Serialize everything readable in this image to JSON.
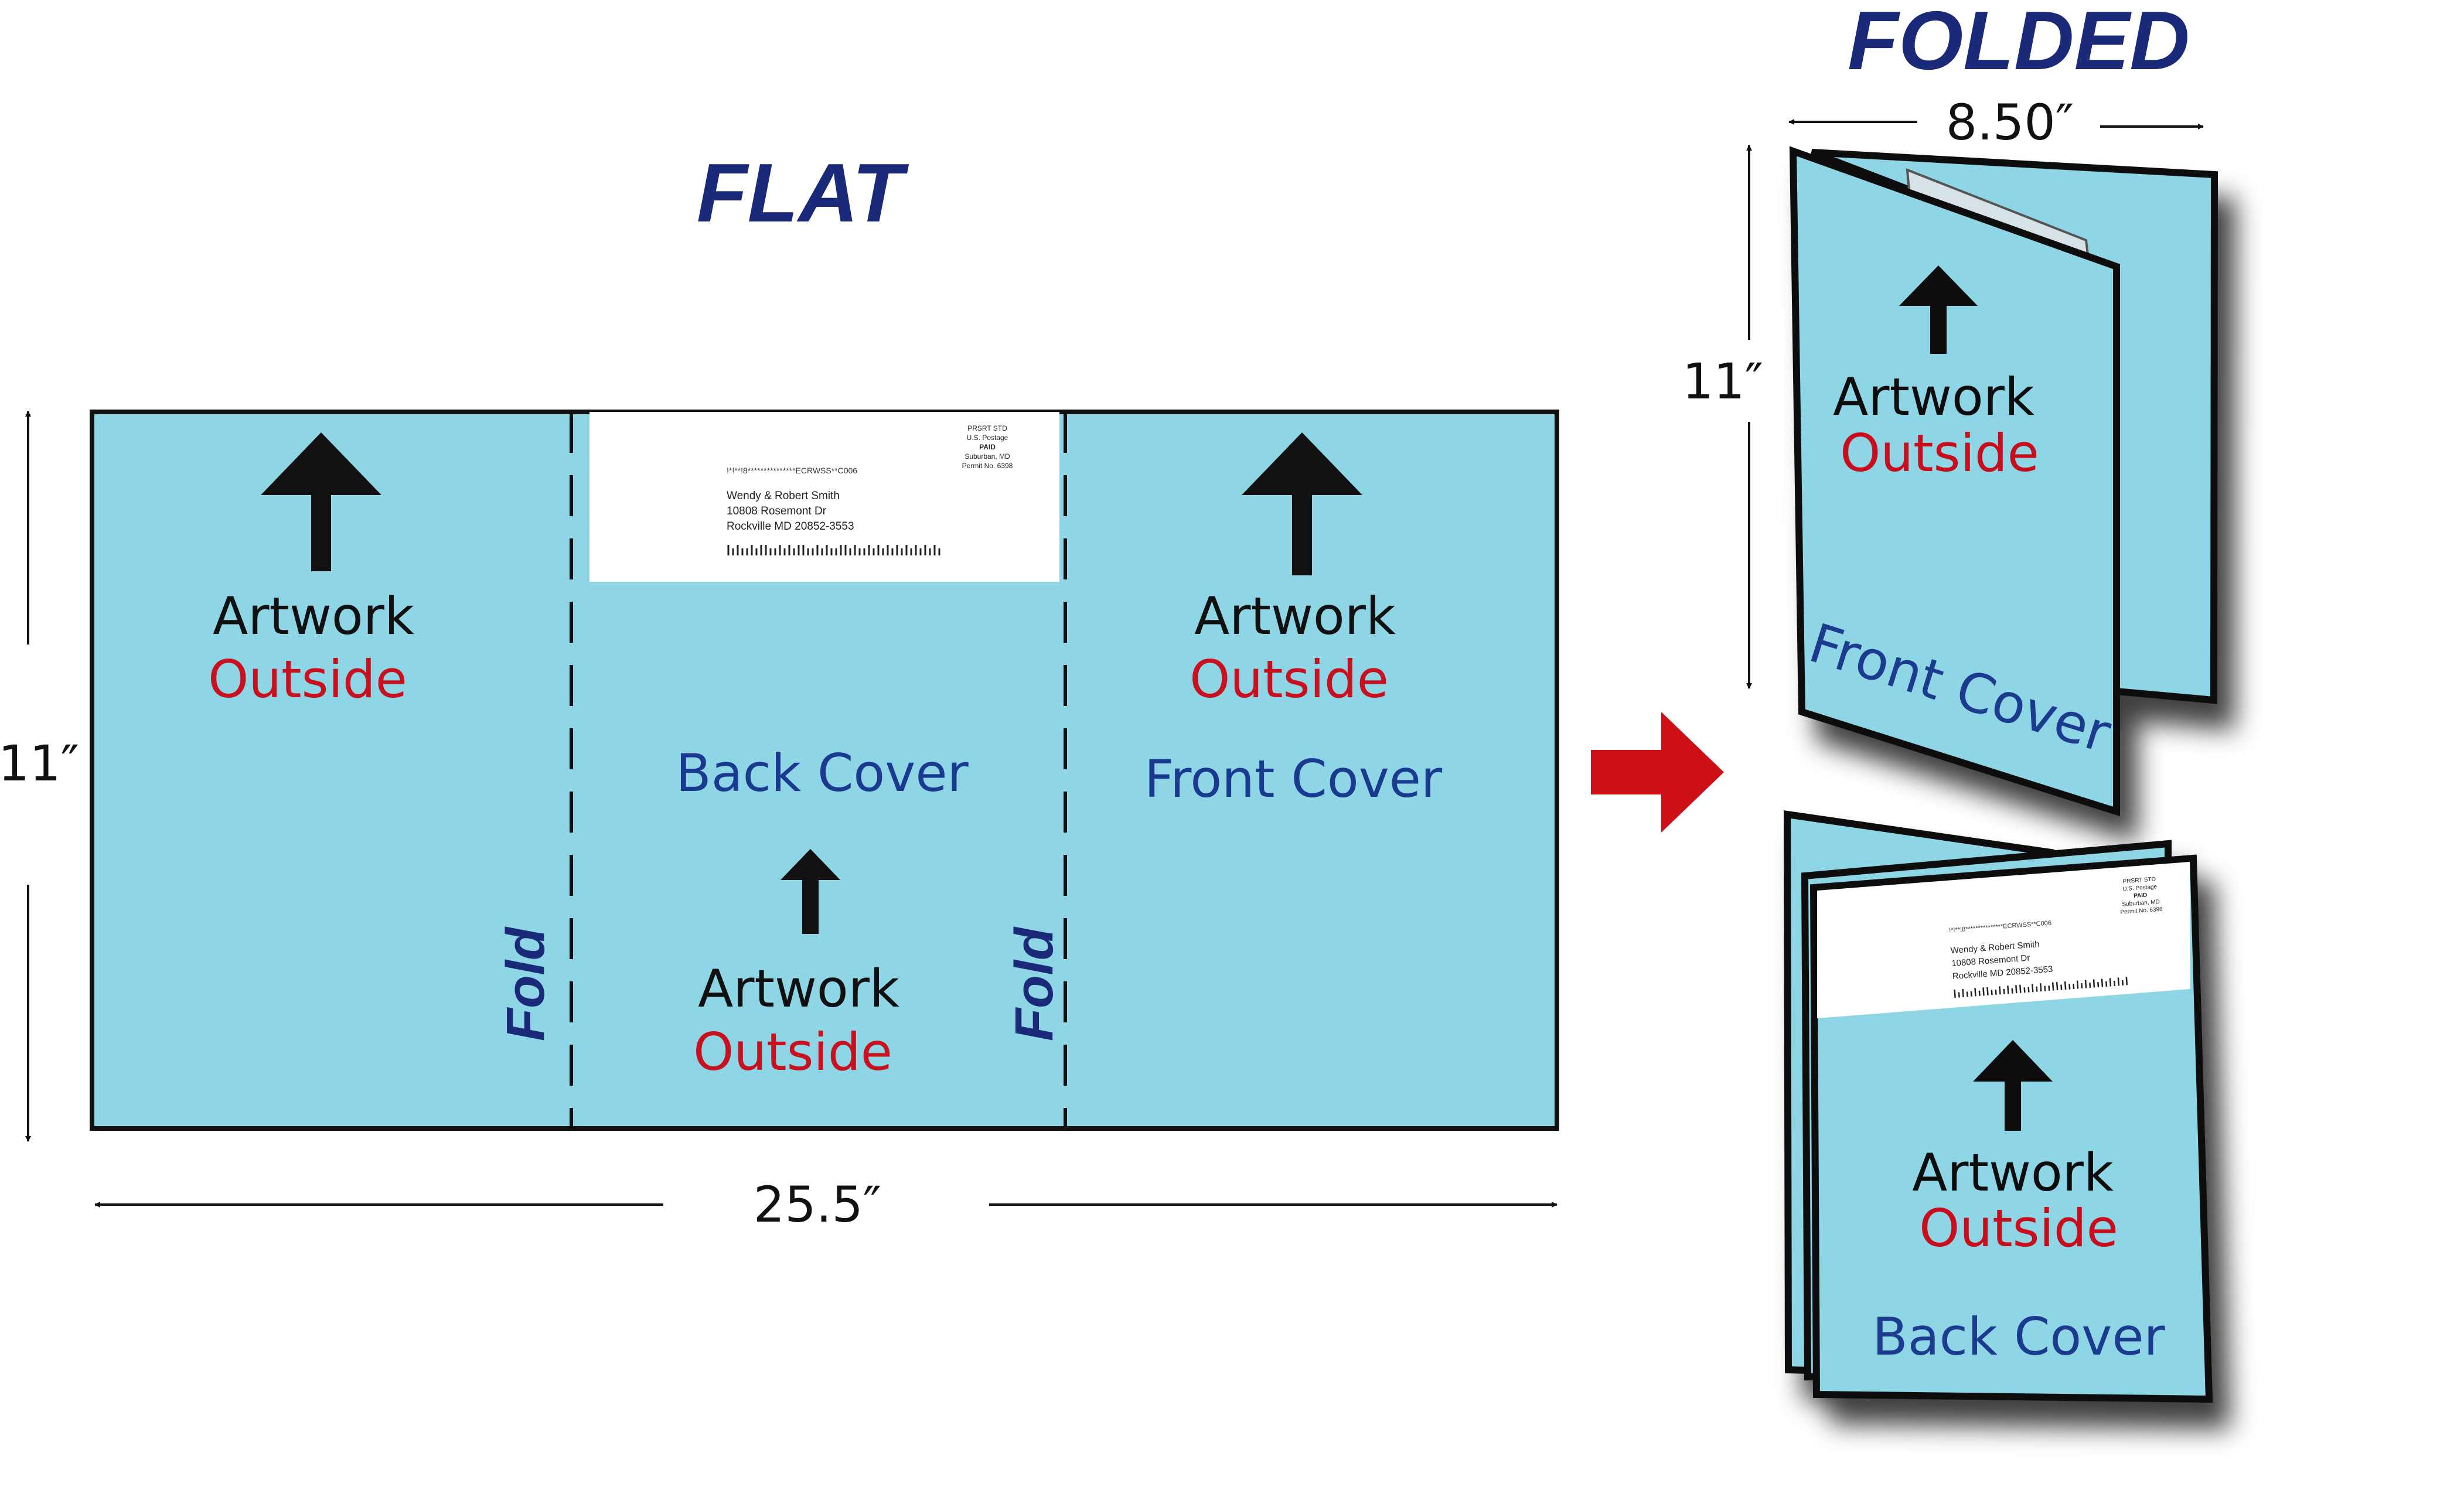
{
  "colors": {
    "panel": "#8ed5e6",
    "outline": "#111111",
    "title": "#1a2a78",
    "label_blue": "#1a3a8f",
    "outside_red": "#c8101f",
    "arrow_red": "#cc1016",
    "mail_white": "#ffffff"
  },
  "flat": {
    "title": "FLAT",
    "height_label": "11″",
    "width_label": "25.5″",
    "left_panel": {
      "artwork": "Artwork",
      "outside": "Outside"
    },
    "center_panel": {
      "cover": "Back Cover",
      "artwork": "Artwork",
      "outside": "Outside"
    },
    "right_panel": {
      "artwork": "Artwork",
      "outside": "Outside",
      "cover": "Front Cover"
    },
    "fold_left": "Fold",
    "fold_right": "Fold"
  },
  "folded": {
    "title": "FOLDED",
    "width_label": "8.50″",
    "height_label": "11″",
    "front": {
      "artwork": "Artwork",
      "outside": "Outside",
      "cover": "Front Cover"
    },
    "back": {
      "artwork": "Artwork",
      "outside": "Outside",
      "cover": "Back Cover"
    }
  },
  "mailing": {
    "indicia": [
      "PRSRT STD",
      "U.S. Postage",
      "PAID",
      "Suburban, MD",
      "Permit No. 6398"
    ],
    "endorsement": "!*!**!8***************ECRWSS**C006",
    "address": [
      "Wendy & Robert Smith",
      "10808 Rosemont Dr",
      "Rockville MD 20852-3553"
    ]
  }
}
